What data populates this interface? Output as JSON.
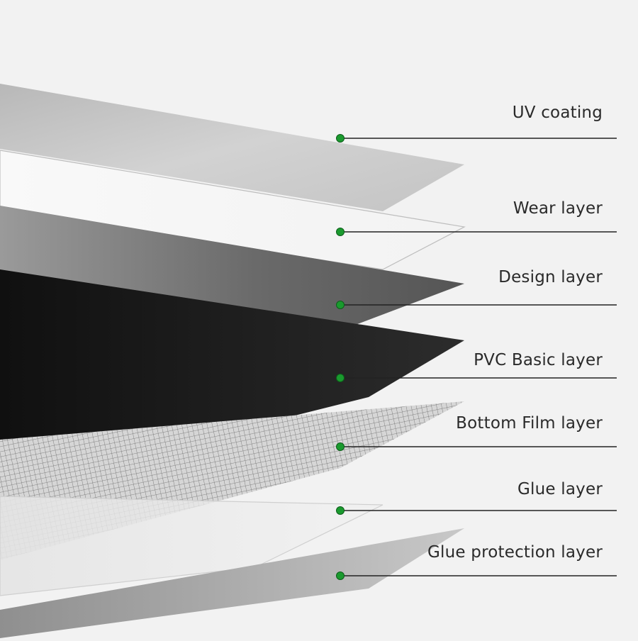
{
  "colors": {
    "background": "#f2f2f2",
    "marker": "#1a9a2e",
    "leader_line": "#222222"
  },
  "layers": [
    {
      "name": "UV coating",
      "material": "grey-stone-texture",
      "fill": "#c9c9c9"
    },
    {
      "name": "Wear layer",
      "material": "clear-film",
      "fill": "#e8e8e8"
    },
    {
      "name": "Design layer",
      "material": "dark-marble-texture",
      "fill": "#6d6d6d"
    },
    {
      "name": "PVC Basic layer",
      "material": "black-core",
      "fill": "#1e1e1e"
    },
    {
      "name": "Bottom Film layer",
      "material": "mesh-grid",
      "fill": "#cfcfcf"
    },
    {
      "name": "Glue layer",
      "material": "translucent-adhesive",
      "fill": "#d9d9d9"
    },
    {
      "name": "Glue protection layer",
      "material": "grey-release-film",
      "fill": "#bdbdbd"
    }
  ]
}
